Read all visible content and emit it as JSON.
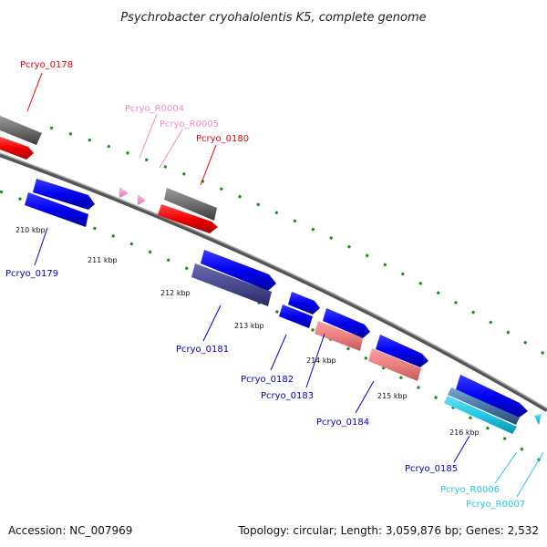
{
  "title": "Psychrobacter cryohalolentis K5, complete genome",
  "footer": {
    "accession": "Accession: NC_007969",
    "stats": "Topology: circular; Length: 3,059,876 bp; Genes: 2,532"
  },
  "ticks": [
    "210 kbp",
    "211 kbp",
    "212 kbp",
    "213 kbp",
    "214 kbp",
    "215 kbp",
    "216 kbp"
  ],
  "genes": [
    {
      "label": "Pcryo_0178",
      "color": "#e8000b"
    },
    {
      "label": "Pcryo_R0004",
      "color": "#f08cc8"
    },
    {
      "label": "Pcryo_R0005",
      "color": "#f08cc8"
    },
    {
      "label": "Pcryo_0180",
      "color": "#e8000b"
    },
    {
      "label": "Pcryo_0179",
      "color": "#0000cc"
    },
    {
      "label": "Pcryo_0181",
      "color": "#0000cc"
    },
    {
      "label": "Pcryo_0182",
      "color": "#0000cc"
    },
    {
      "label": "Pcryo_0183",
      "color": "#0000cc"
    },
    {
      "label": "Pcryo_0184",
      "color": "#0000cc"
    },
    {
      "label": "Pcryo_0185",
      "color": "#0000cc"
    },
    {
      "label": "Pcryo_R0006",
      "color": "#22c8e6"
    },
    {
      "label": "Pcryo_R0007",
      "color": "#22c8e6"
    }
  ]
}
